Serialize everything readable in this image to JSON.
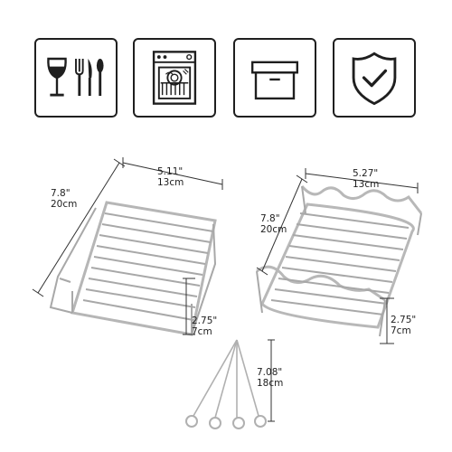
{
  "icons": [
    {
      "name": "wine-glass-cutlery-icon"
    },
    {
      "name": "dishwasher-icon"
    },
    {
      "name": "storage-box-icon"
    },
    {
      "name": "shield-check-icon"
    }
  ],
  "left_rack": {
    "width_in": "5.11\"",
    "width_cm": "13cm",
    "length_in": "7.8\"",
    "length_cm": "20cm",
    "height_in": "2.75\"",
    "height_cm": "7cm"
  },
  "right_rack": {
    "width_in": "5.27\"",
    "width_cm": "13cm",
    "length_in": "7.8\"",
    "length_cm": "20cm",
    "height_in": "2.75\"",
    "height_cm": "7cm"
  },
  "skewers": {
    "length_in": "7.08\"",
    "length_cm": "18cm"
  },
  "colors": {
    "outline": "#1f1f1f",
    "wire": "#9a9a9a",
    "wire_light": "#cfcfcf",
    "dimension": "#333333"
  }
}
